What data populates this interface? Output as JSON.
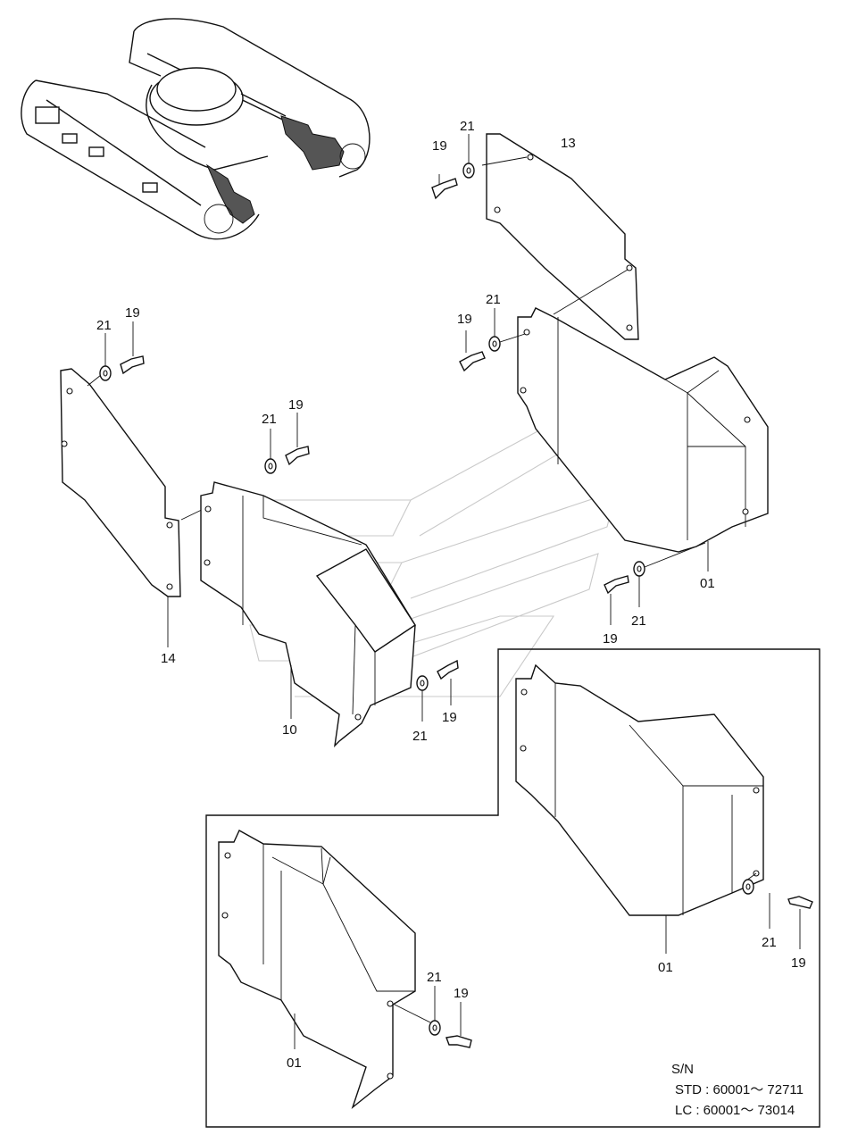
{
  "callouts": {
    "c13": "13",
    "c21_a": "21",
    "c19_a": "19",
    "c21_b": "21",
    "c19_b": "19",
    "c21_c": "21",
    "c19_c": "19",
    "c21_d": "21",
    "c19_d": "19",
    "c14": "14",
    "c10": "10",
    "c21_e": "21",
    "c19_e": "19",
    "c01_a": "01",
    "c21_f": "21",
    "c19_f": "19",
    "c01_b": "01",
    "c21_g": "21",
    "c19_g": "19",
    "c01_c": "01",
    "c21_h": "21",
    "c19_h": "19"
  },
  "serial": {
    "heading": "S/N",
    "std": "STD : 60001～ 72711",
    "lc": "LC   : 60001～ 73014"
  }
}
